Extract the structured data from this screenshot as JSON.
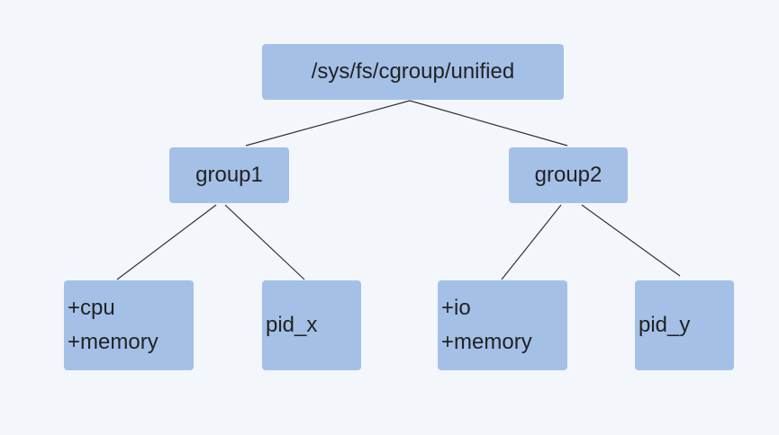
{
  "diagram": {
    "root": {
      "label": "/sys/fs/cgroup/unified"
    },
    "groups": [
      {
        "label": "group1"
      },
      {
        "label": "group2"
      }
    ],
    "leaves": [
      {
        "lines": [
          "+cpu",
          "+memory"
        ]
      },
      {
        "lines": [
          "pid_x"
        ]
      },
      {
        "lines": [
          "+io",
          "+memory"
        ]
      },
      {
        "lines": [
          "pid_y"
        ]
      }
    ],
    "colors": {
      "background": "#f3f6fb",
      "node_fill": "#a4c0e7",
      "edge": "#333333",
      "text": "#222222"
    }
  }
}
